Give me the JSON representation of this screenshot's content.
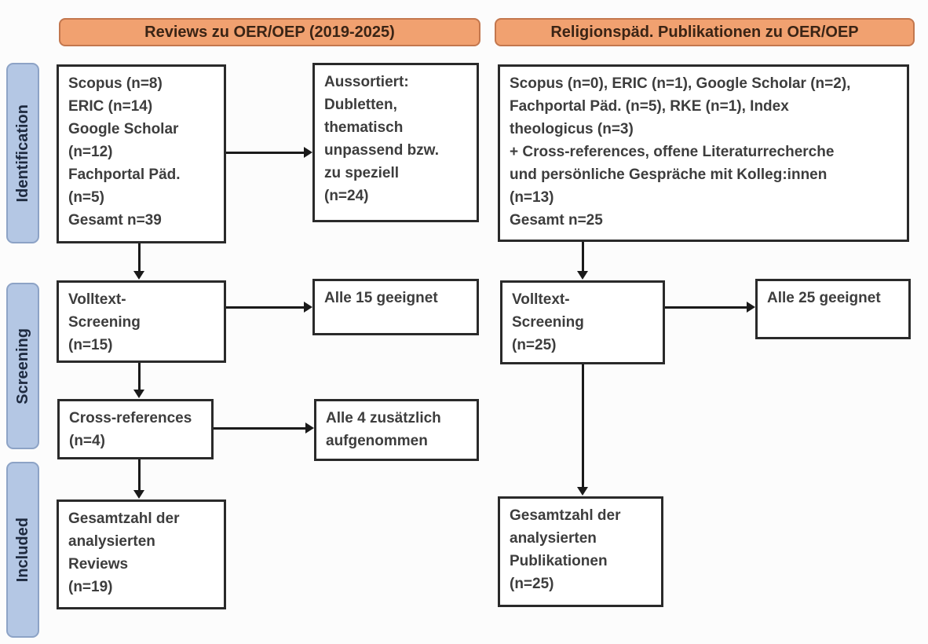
{
  "colors": {
    "header_fill": "#f1a170",
    "header_border": "#c3774e",
    "stage_fill": "#b4c7e4",
    "stage_border": "#8da3c6",
    "box_border": "#2a2a2a",
    "box_text": "#3d3d3d",
    "arrow": "#1a1a1a"
  },
  "headers": {
    "left": "Reviews zu OER/OEP (2019-2025)",
    "right": "Religionspäd. Publikationen zu OER/OEP"
  },
  "stages": {
    "identification": "Identification",
    "screening": "Screening",
    "included": "Included"
  },
  "left_flow": {
    "sources": [
      "Scopus (n=8)",
      "ERIC (n=14)",
      "Google Scholar",
      "(n=12)",
      "Fachportal Päd.",
      "(n=5)",
      "Gesamt n=39"
    ],
    "sorted_out": [
      "Aussortiert:",
      "Dubletten,",
      "thematisch",
      "unpassend bzw.",
      "zu speziell",
      "(n=24)"
    ],
    "fulltext_screening": [
      "Volltext-",
      "Screening",
      "(n=15)"
    ],
    "eligible": [
      "Alle 15 geeignet"
    ],
    "cross_references": [
      "Cross-references",
      "(n=4)"
    ],
    "added": [
      "Alle 4 zusätzlich",
      "aufgenommen"
    ],
    "total": [
      "Gesamtzahl der",
      "analysierten",
      "Reviews",
      "(n=19)"
    ]
  },
  "right_flow": {
    "sources": [
      "Scopus (n=0), ERIC (n=1), Google Scholar (n=2),",
      "Fachportal Päd. (n=5), RKE (n=1), Index",
      "theologicus (n=3)",
      "+ Cross-references, offene Literaturrecherche",
      "und persönliche Gespräche mit Kolleg:innen",
      "(n=13)",
      "Gesamt n=25"
    ],
    "fulltext_screening": [
      "Volltext-",
      "Screening",
      "(n=25)"
    ],
    "eligible": [
      "Alle 25 geeignet"
    ],
    "total": [
      "Gesamtzahl der",
      "analysierten",
      "Publikationen",
      "(n=25)"
    ]
  }
}
